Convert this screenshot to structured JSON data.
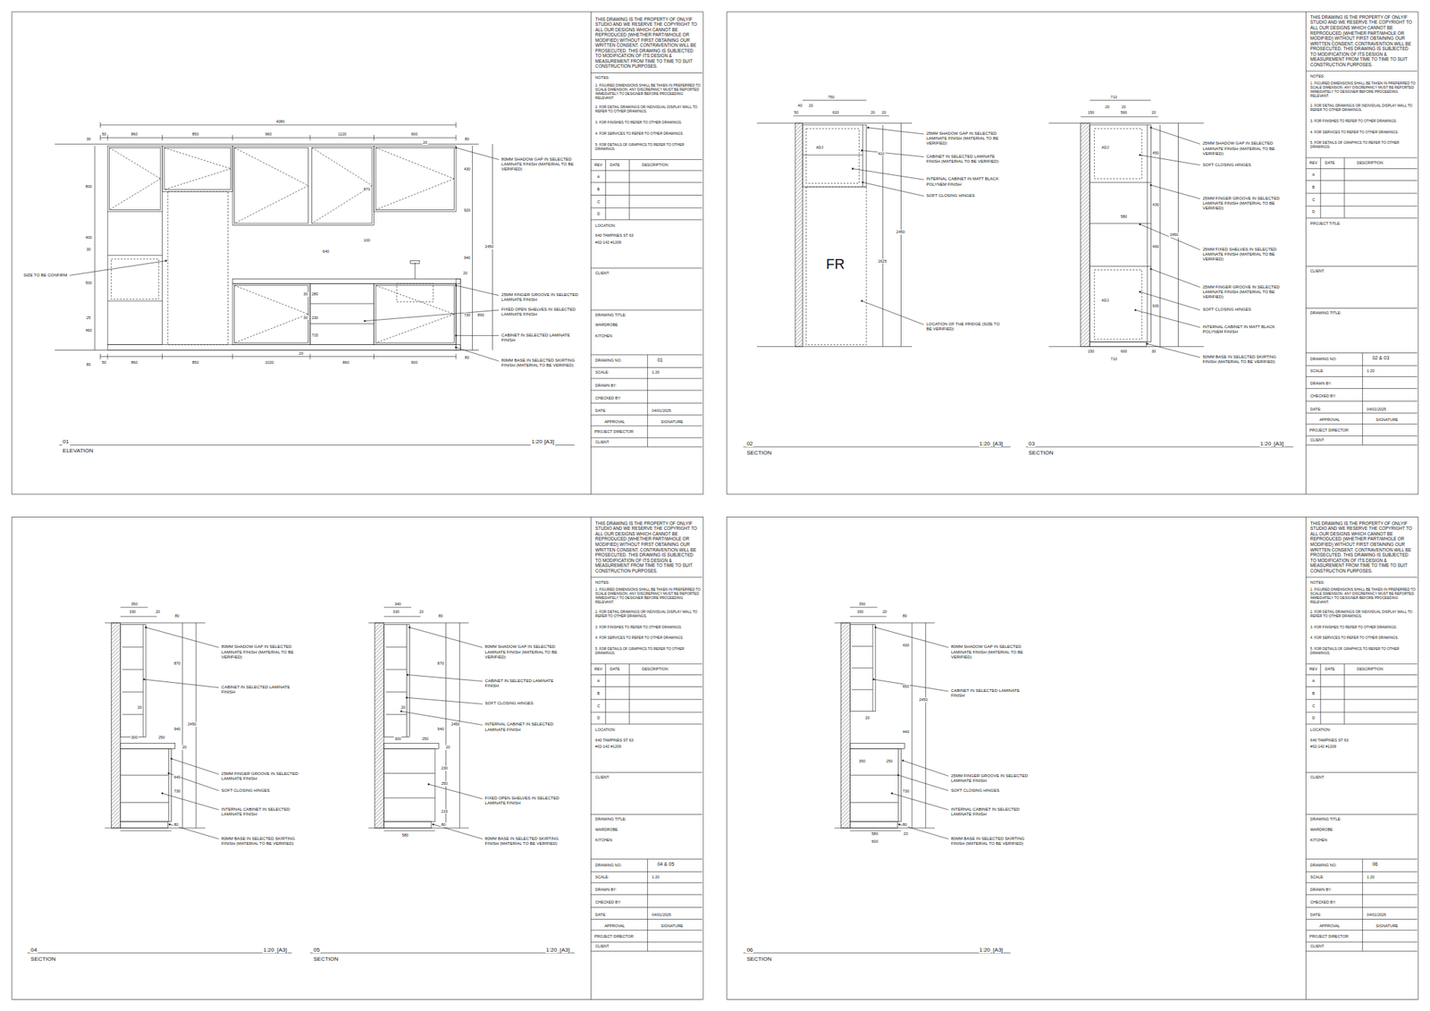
{
  "diagram": {
    "labels": [
      "4080",
      "50",
      "860",
      "850",
      "960",
      "1120",
      "900",
      "20",
      "30",
      "800",
      "400",
      "30",
      "500",
      "25",
      "460",
      "80",
      "SIZE TO BE CONFIRM",
      "80",
      "430",
      "920",
      "2450",
      "940",
      "20",
      "730",
      "860",
      "80",
      "870",
      "100",
      "640",
      "30",
      "280",
      "30",
      "230",
      "715",
      "20",
      "80MM SHADOW GAP IN SELECTED LAMINATE FINISH (MATERIAL TO BE VERIFIED)",
      "25MM FINGER GROOVE IN SELECTED LAMINATE FINISH",
      "FIXED OPEN SHELVES IN SELECTED LAMINATE FINISH",
      "CABINET IN SELECTED LAMINATE FINISH",
      "80MM BASE IN SELECTED SKIRTING FINISH (MATERIAL TO BE VERIFIED)",
      "50",
      "860",
      "850",
      "1020",
      "860",
      "900",
      "01",
      "ELEVATION",
      "1:20",
      "[A3]",
      "THIS DRAWING IS THE PROPERTY OF ONLYIF STUDIO AND WE RESERVE THE COPYRIGHT TO ALL OUR DESIGNS WHICH CANNOT BE REPRODUCED (WHETHER PART/WHOLE OR MODIFIED) WITHOUT FIRST OBTAINING OUR WRITTEN CONSENT. CONTRAVENTION WILL BE PROSECUTED. THIS DRAWING IS SUBJECTED TO MODIFICATION OF ITS DESIGN & MEASUREMENT FROM TIME TO TIME TO SUIT CONSTRUCTION PURPOSES.",
      "NOTES:",
      "1. FIGURED DIMENSIONS SHALL BE TAKEN IN PREFERRED TO SCALE DIMENSION. ANY DISCREPANCY MUST BE REPORTED IMMEDIATELY TO DESIGNER BEFORE PROCEEDING RELEVANT.",
      "2. FOR DETAIL DRAWINGS OR INDIVIDUAL DISPLAY WALL TO REFER TO OTHER DRAWINGS.",
      "3. FOR FINISHES TO REFER TO OTHER DRAWINGS.",
      "4. FOR SERVICES TO REFER TO OTHER DRAWINGS.",
      "5. FOR DETAILS OF GRAPHICS TO REFER TO OTHER DRAWINGS.",
      "REV",
      "DATE",
      "DESCRIPTION",
      "A",
      "B",
      "C",
      "D",
      "LOCATION:",
      "640 TAMPINES ST 63",
      "#02-142 #1209",
      "CLIENT:",
      "DRAWING TITLE:",
      "WARDROBE",
      "KITCHEN",
      "DRAWING NO:",
      "01",
      "SCALE:",
      "1:20",
      "DRAWN BY:",
      "CHECKED BY:",
      "DATE:",
      "04/01/2025",
      "APPROVAL",
      "SIGNATURE",
      "PROJECT DIRECTOR:",
      "CLIENT:",
      "750",
      "40",
      "20",
      "50",
      "620",
      "20",
      "20",
      "ADJ",
      "410",
      "2450",
      "1625",
      "FR",
      "25MM SHADOW GAP IN SELECTED LAMINATE FINISH (MATERIAL TO BE VERIFIED)",
      "CABINET IN SELECTED LAMINATE FINISH (MATERIAL TO BE VERIFIED)",
      "INTERNAL CABINET IN MATT BLACK POLYNEM FINISH",
      "SOFT CLOSING HINGES",
      "LOCATION OF THE FRIDGE (SIZE TO BE VERIFIED)",
      "710",
      "20",
      "20",
      "150",
      "560",
      "20",
      "ADJ",
      "450",
      "430",
      "580",
      "460",
      "2450",
      "600",
      "ADJ",
      "150",
      "600",
      "30",
      "710",
      "25MM SHADOW GAP IN SELECTED LAMINATE FINISH (MATERIAL TO BE VERIFIED)",
      "SOFT CLOSING HINGES",
      "25MM FINGER GROOVE IN SELECTED LAMINATE FINISH (MATERIAL TO BE VERIFIED)",
      "25MM FIXED SHELVES IN SELECTED LAMINATE FINISH (MATERIAL TO BE VERIFIED)",
      "25MM FINGER GROOVE IN SELECTED LAMINATE FINISH (MATERIAL TO BE VERIFIED)",
      "SOFT CLOSING HINGES",
      "INTERNAL CABINET IN MATT BLACK POLYNEM FINISH",
      "50MM BASE IN SELECTED SKIRTING FINISH (MATERIAL TO BE VERIFIED)",
      "02",
      "SECTION",
      "1:20",
      "[A3]",
      "03",
      "SECTION",
      "1:20",
      "[A3]",
      "THIS DRAWING IS THE PROPERTY OF ONLYIF STUDIO AND WE RESERVE THE COPYRIGHT TO ALL OUR DESIGNS WHICH CANNOT BE REPRODUCED (WHETHER PART/WHOLE OR MODIFIED) WITHOUT FIRST OBTAINING OUR WRITTEN CONSENT. CONTRAVENTION WILL BE PROSECUTED. THIS DRAWING IS SUBJECTED TO MODIFICATION OF ITS DESIGN & MEASUREMENT FROM TIME TO TIME TO SUIT CONSTRUCTION PURPOSES.",
      "NOTES:",
      "1. FIGURED DIMENSIONS SHALL BE TAKEN IN PREFERRED TO SCALE DIMENSION. ANY DISCREPANCY MUST BE REPORTED IMMEDIATELY TO DESIGNER BEFORE PROCEEDING RELEVANT.",
      "2. FOR DETAIL DRAWINGS OR INDIVIDUAL DISPLAY WALL TO REFER TO OTHER DRAWINGS.",
      "3. FOR FINISHES TO REFER TO OTHER DRAWINGS.",
      "4. FOR SERVICES TO REFER TO OTHER DRAWINGS.",
      "5. FOR DETAILS OF GRAPHICS TO REFER TO OTHER DRAWINGS.",
      "REV",
      "DATE",
      "DESCRIPTION",
      "A",
      "B",
      "C",
      "D",
      "PROJECT TITLE:",
      "CLIENT:",
      "DRAWING TITLE:",
      "DRAWING NO:",
      "02 & 03",
      "SCALE:",
      "1:20",
      "DRAWN BY:",
      "CHECKED BY:",
      "DATE:",
      "04/01/2025",
      "APPROVAL",
      "SIGNATURE",
      "PROJECT DIRECTOR:",
      "CLIENT:",
      "350",
      "330",
      "20",
      "80",
      "870",
      "20",
      "940",
      "2450",
      "300",
      "250",
      "20",
      "640",
      "730",
      "80",
      "80MM SHADOW GAP IN SELECTED LAMINATE FINISH (MATERIAL TO BE VERIFIED)",
      "CABINET IN SELECTED LAMINATE FINISH",
      "25MM FINGER GROOVE IN SELECTED LAMINATE FINISH",
      "SOFT CLOSING HINGES",
      "INTERNAL CABINET IN SELECTED LAMINATE FINISH",
      "80MM BASE IN SELECTED SKIRTING FINISH (MATERIAL TO BE VERIFIED)",
      "340",
      "330",
      "20",
      "80",
      "870",
      "20",
      "940",
      "2450",
      "300",
      "250",
      "20",
      "230",
      "250",
      "215",
      "80",
      "580",
      "80MM SHADOW GAP IN SELECTED LAMINATE FINISH (MATERIAL TO BE VERIFIED)",
      "CABINET IN SELECTED LAMINATE FINISH",
      "SOFT CLOSING HINGES",
      "INTERNAL CABINET IN SELECTED LAMINATE FINISH",
      "FIXED OPEN SHELVES IN SELECTED LAMINATE FINISH",
      "80MM BASE IN SELECTED SKIRTING FINISH (MATERIAL TO BE VERIFIED)",
      "04",
      "SECTION",
      "1:20",
      "[A3]",
      "05",
      "SECTION",
      "1:20",
      "[A3]",
      "THIS DRAWING IS THE PROPERTY OF ONLYIF STUDIO AND WE RESERVE THE COPYRIGHT TO ALL OUR DESIGNS WHICH CANNOT BE REPRODUCED (WHETHER PART/WHOLE OR MODIFIED) WITHOUT FIRST OBTAINING OUR WRITTEN CONSENT. CONTRAVENTION WILL BE PROSECUTED. THIS DRAWING IS SUBJECTED TO MODIFICATION OF ITS DESIGN & MEASUREMENT FROM TIME TO TIME TO SUIT CONSTRUCTION PURPOSES.",
      "NOTES:",
      "1. FIGURED DIMENSIONS SHALL BE TAKEN IN PREFERRED TO SCALE DIMENSION. ANY DISCREPANCY MUST BE REPORTED IMMEDIATELY TO DESIGNER BEFORE PROCEEDING RELEVANT.",
      "2. FOR DETAIL DRAWINGS OR INDIVIDUAL DISPLAY WALL TO REFER TO OTHER DRAWINGS.",
      "3. FOR FINISHES TO REFER TO OTHER DRAWINGS.",
      "4. FOR SERVICES TO REFER TO OTHER DRAWINGS.",
      "5. FOR DETAILS OF GRAPHICS TO REFER TO OTHER DRAWINGS.",
      "REV",
      "DATE",
      "DESCRIPTION",
      "A",
      "B",
      "C",
      "D",
      "LOCATION:",
      "640 TAMPINES ST 63",
      "#02-142 #1209",
      "CLIENT:",
      "DRAWING TITLE:",
      "WARDROBE",
      "KITCHEN",
      "DRAWING NO:",
      "04 & 05",
      "SCALE:",
      "1:20",
      "DRAWN BY:",
      "CHECKED BY:",
      "DATE:",
      "04/01/2025",
      "APPROVAL",
      "SIGNATURE",
      "PROJECT DIRECTOR:",
      "CLIENT:",
      "350",
      "330",
      "20",
      "80",
      "430",
      "650",
      "2450",
      "440",
      "20",
      "350",
      "250",
      "730",
      "80",
      "580",
      "20",
      "600",
      "80MM SHADOW GAP IN SELECTED LAMINATE FINISH (MATERIAL TO BE VERIFIED)",
      "CABINET IN SELECTED LAMINATE FINISH",
      "25MM FINGER GROOVE IN SELECTED LAMINATE FINISH",
      "SOFT CLOSING HINGES",
      "INTERNAL CABINET IN SELECTED LAMINATE FINISH",
      "80MM BASE IN SELECTED SKIRTING FINISH (MATERIAL TO BE VERIFIED)",
      "06",
      "SECTION",
      "1:20",
      "[A3]",
      "THIS DRAWING IS THE PROPERTY OF ONLYIF STUDIO AND WE RESERVE THE COPYRIGHT TO ALL OUR DESIGNS WHICH CANNOT BE REPRODUCED (WHETHER PART/WHOLE OR MODIFIED) WITHOUT FIRST OBTAINING OUR WRITTEN CONSENT. CONTRAVENTION WILL BE PROSECUTED. THIS DRAWING IS SUBJECTED TO MODIFICATION OF ITS DESIGN & MEASUREMENT FROM TIME TO TIME TO SUIT CONSTRUCTION PURPOSES.",
      "NOTES:",
      "1. FIGURED DIMENSIONS SHALL BE TAKEN IN PREFERRED TO SCALE DIMENSION. ANY DISCREPANCY MUST BE REPORTED IMMEDIATELY TO DESIGNER BEFORE PROCEEDING RELEVANT.",
      "2. FOR DETAIL DRAWINGS OR INDIVIDUAL DISPLAY WALL TO REFER TO OTHER DRAWINGS.",
      "3. FOR FINISHES TO REFER TO OTHER DRAWINGS.",
      "4. FOR SERVICES TO REFER TO OTHER DRAWINGS.",
      "5. FOR DETAILS OF GRAPHICS TO REFER TO OTHER DRAWINGS.",
      "REV",
      "DATE",
      "DESCRIPTION",
      "A",
      "B",
      "C",
      "D",
      "LOCATION:",
      "640 TAMPINES ST 63",
      "#02-142 #1209",
      "CLIENT:",
      "DRAWING TITLE:",
      "WARDROBE",
      "KITCHEN",
      "DRAWING NO:",
      "06",
      "SCALE:",
      "1:20",
      "DRAWN BY:",
      "CHECKED BY:",
      "DATE:",
      "04/01/2025",
      "APPROVAL",
      "SIGNATURE",
      "PROJECT DIRECTOR:",
      "CLIENT:"
    ]
  }
}
